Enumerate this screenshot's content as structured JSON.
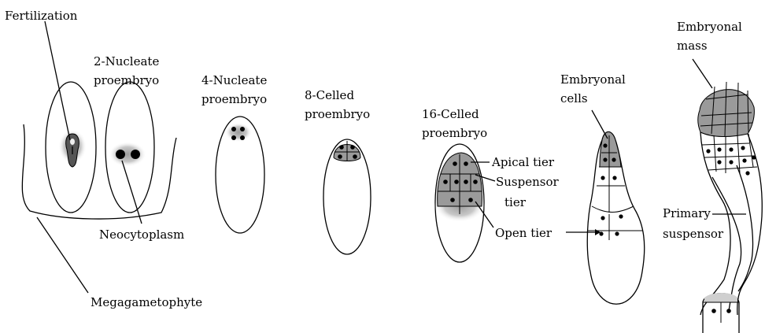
{
  "labels": {
    "fertilization": "Fertilization",
    "two_nucleate": [
      "2-Nucleate",
      "proembryo"
    ],
    "four_nucleate": [
      "4-Nucleate",
      "proembryo"
    ],
    "eight_celled": [
      "8-Celled",
      "proembryo"
    ],
    "sixteen_celled": [
      "16-Celled",
      "proembryo"
    ],
    "embryonal_cells": [
      "Embryonal",
      "cells"
    ],
    "embryonal_mass": [
      "Embryonal",
      "mass"
    ],
    "apical_tier": "Apical tier",
    "suspensor_tier": [
      "Suspensor",
      "tier"
    ],
    "open_tier": "Open tier",
    "neocytoplasm": "Neocytoplasm",
    "primary_suspensor": [
      "Primary",
      "suspensor"
    ],
    "megagametophyte": "Megagametophyte"
  },
  "colors": {
    "stroke": "#000000",
    "cytoplasm_stipple": "#bdbdbd",
    "dense_cells": "#9a9a9a"
  }
}
